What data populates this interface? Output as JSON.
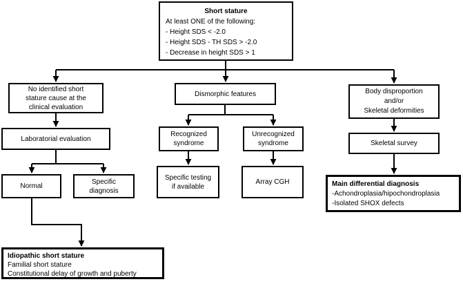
{
  "boxes": {
    "short_stature": {
      "title": "Short stature",
      "lines": [
        "At least ONE of the following:",
        "- Height SDS < -2.0",
        "- Height SDS - TH SDS > -2.0",
        "- Decrease in height SDS > 1"
      ]
    },
    "no_identified_cause": {
      "lines": [
        "No identified short",
        "stature cause at the",
        "clinical evaluation"
      ]
    },
    "laboratorial_evaluation": {
      "label": "Laboratorial evaluation"
    },
    "normal": {
      "label": "Normal"
    },
    "specific_diagnosis": {
      "lines": [
        "Specific",
        "diagnosis"
      ]
    },
    "idiopathic_short_stature": {
      "title": "Idiopathic short stature",
      "lines": [
        "Familial short stature",
        "Constitutional delay of growth and puberty"
      ]
    },
    "dismorphic_features": {
      "label": "Dismorphic features"
    },
    "recognized_syndrome": {
      "lines": [
        "Recognized",
        "syndrome"
      ]
    },
    "unrecognized_syndrome": {
      "lines": [
        "Unrecognized",
        "syndrome"
      ]
    },
    "specific_testing": {
      "lines": [
        "Specific testing",
        "if available"
      ]
    },
    "array_cgh": {
      "label": "Array CGH"
    },
    "body_disproportion": {
      "lines": [
        "Body disproportion",
        "and/or",
        "Skeletal deformities"
      ]
    },
    "skeletal_survey": {
      "label": "Skeletal survey"
    },
    "main_differential_diagnosis": {
      "title": "Main differential diagnosis",
      "lines": [
        "-Achondroplasia/hipochondroplasia",
        "-Isolated SHOX defects"
      ]
    }
  },
  "colors": {
    "background": "#ffffff",
    "box_fill": "#ffffff",
    "box_border": "#000000",
    "line": "#000000",
    "text": "#000000"
  }
}
